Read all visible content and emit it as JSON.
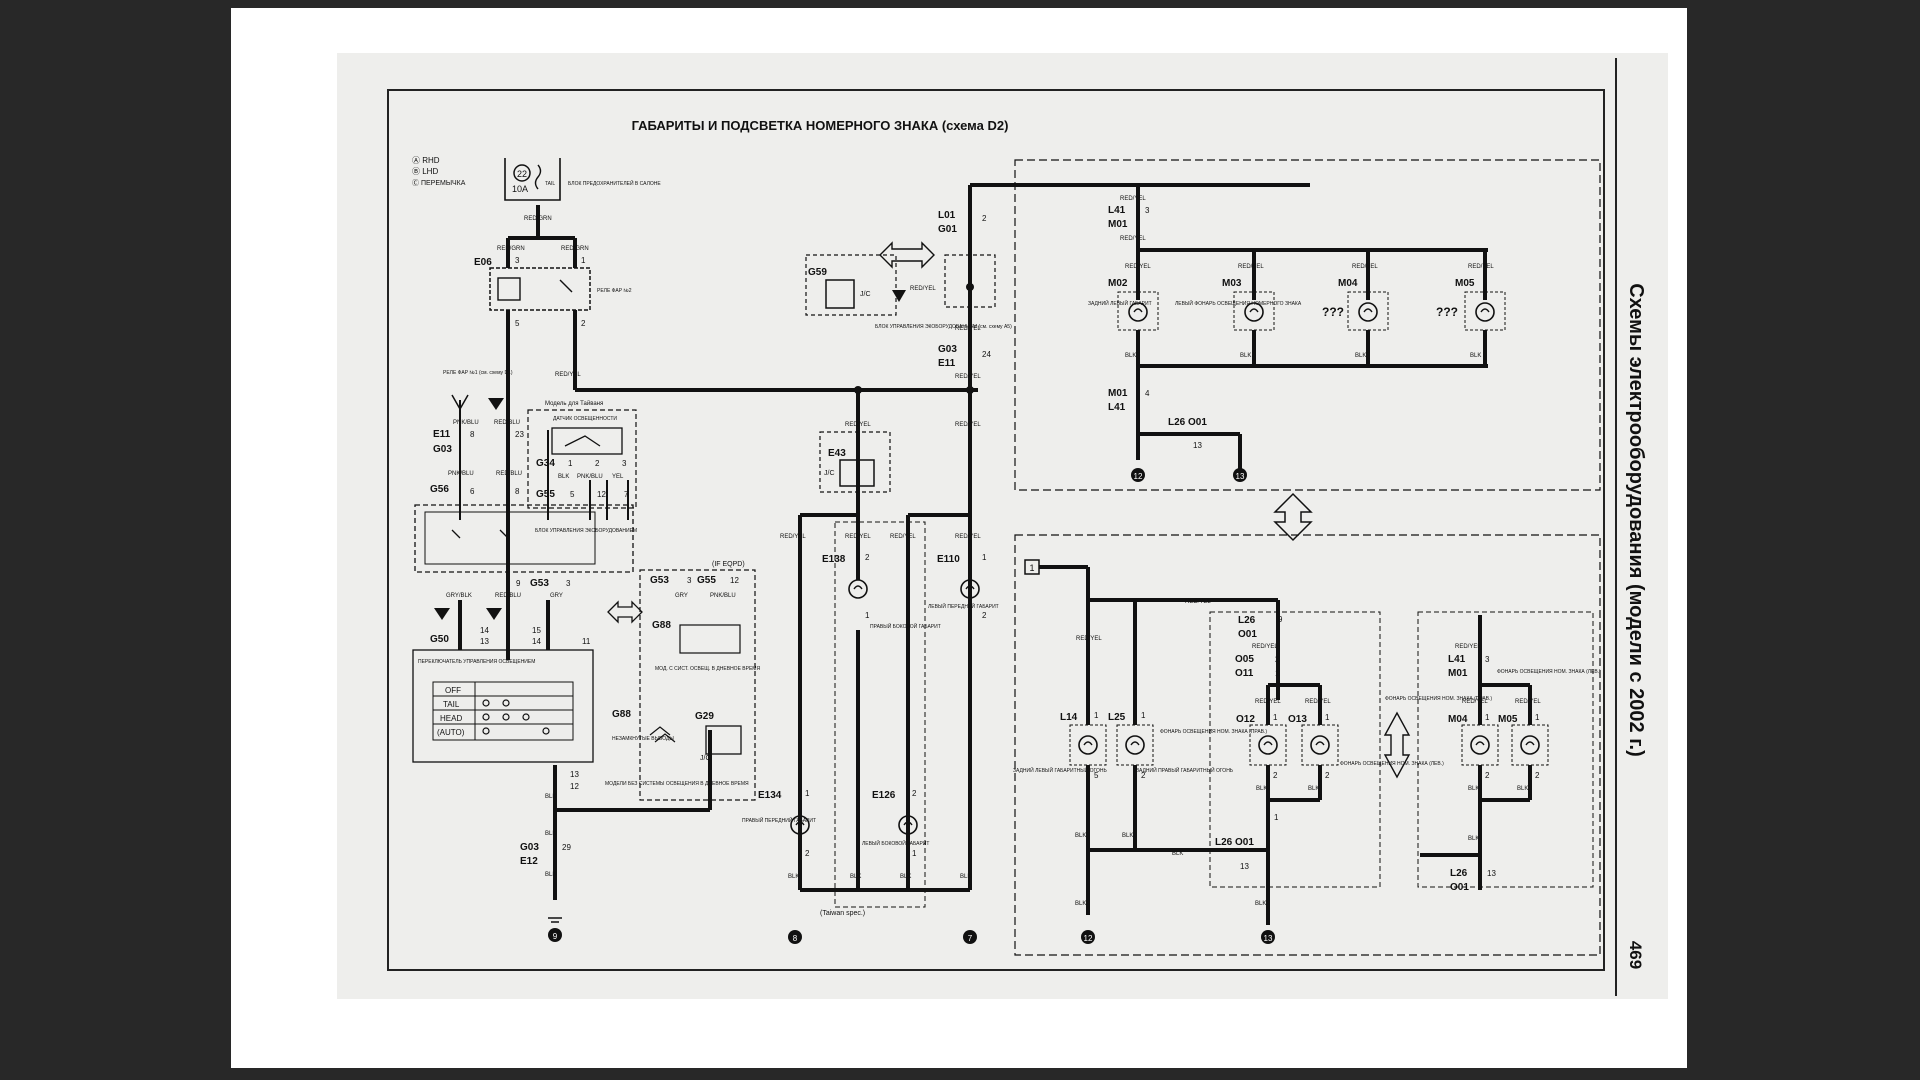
{
  "page": {
    "title": "ГАБАРИТЫ И ПОДСВЕТКА НОМЕРНОГО ЗНАКА (схема D2)",
    "side_title": "Схемы электрооборудования (модели с 2002 г.)",
    "page_number": "469"
  },
  "legend": {
    "a": "Ⓐ RHD",
    "b": "Ⓑ LHD",
    "c": "Ⓒ ПЕРЕМЫЧКА"
  },
  "fuse": {
    "num": "22",
    "amp": "10A",
    "tail": "TAIL",
    "block_label": "БЛОК ПРЕДОХРАНИТЕЛЕЙ В САЛОНЕ"
  },
  "wires": {
    "red_grn": "RED/GRN",
    "red_yel": "RED/YEL",
    "red_blu": "RED/BLU",
    "pnk_blu": "PNK/BLU",
    "blk": "BLK",
    "gry": "GRY",
    "gry_blk": "GRY/BLK",
    "yel": "YEL"
  },
  "connectors": {
    "e06": "E06",
    "e11": "E11",
    "g03": "G03",
    "g56": "G56",
    "g34": "G34",
    "g55": "G55",
    "g53": "G53",
    "g50": "G50",
    "g88": "G88",
    "g29": "G29",
    "e12": "E12",
    "g59": "G59",
    "l01": "L01",
    "g01": "G01",
    "e11b": "E11",
    "e43": "E43",
    "e138": "E138",
    "e110": "E110",
    "e134": "E134",
    "e126": "E126",
    "l41": "L41",
    "m01": "M01",
    "m02": "M02",
    "m03": "M03",
    "m04": "M04",
    "m05": "M05",
    "l26o01": "L26 O01",
    "l14": "L14",
    "l25": "L25",
    "l26": "L26",
    "o01": "O01",
    "o05": "O05",
    "o11": "O11",
    "o12": "O12",
    "o13": "O13",
    "jc": "J/C"
  },
  "labels": {
    "relay2": "РЕЛЕ ФАР №2",
    "relay1": "РЕЛЕ ФАР №1 (см. схему D1)",
    "taiwan_model": "Модель для Тайваня",
    "light_sensor": "ДАТЧИК ОСВЕЩЕННОСТИ",
    "ecu": "БЛОК УПРАВЛЕНИЯ ЭКОБОРУДОВАНИЕМ",
    "if_eqpd": "(IF EQPD)",
    "drl_module": "МОД. С СИСТ. ОСВЕЩ. В ДНЕВНОЕ ВРЕМЯ",
    "unused": "НЕЗАМКНУТЫЕ ВЫВОДЫ",
    "no_drl": "МОДЕЛИ БЕЗ СИСТЕМЫ ОСВЕЩЕНИЯ В ДНЕВНОЕ ВРЕМЯ",
    "switch_title": "ПЕРЕКЛЮЧАТЕЛЬ УПРАВЛЕНИЯ ОСВЕЩЕНИЕМ",
    "off": "OFF",
    "tail": "TAIL",
    "head": "HEAD",
    "auto": "(AUTO)",
    "ecu_ref": "БЛОК УПРАВЛЕНИЯ ЭКОБОРУДОВАНИЕМ (см. схему A5)",
    "rear_left_clearance": "ЗАДНИЙ ЛЕВЫЙ ГАБАРИТ",
    "left_plate_lamp": "ЛЕВЫЙ ФОНАРЬ ОСВЕЩЕНИЯ НОМЕРНОГО ЗНАКА",
    "unknown": "???",
    "right_side_clearance": "ПРАВЫЙ БОКОВОЙ ГАБАРИТ",
    "left_front_clearance": "ЛЕВЫЙ ПЕРЕДНИЙ ГАБАРИТ",
    "right_front_clearance": "ПРАВЫЙ ПЕРЕДНИЙ ГАБАРИТ",
    "left_side_clearance": "ЛЕВЫЙ БОКОВОЙ ГАБАРИТ",
    "taiwan_spec": "(Taiwan spec.)",
    "rear_left_lamp": "ЗАДНИЙ ЛЕВЫЙ ГАБАРИТНЫЙ ОГОНЬ",
    "rear_right_lamp": "ЗАДНИЙ ПРАВЫЙ ГАБАРИТНЫЙ ОГОНЬ",
    "plate_right": "ФОНАРЬ ОСВЕЩЕНИЯ НОМ. ЗНАКА (ПРАВ.)",
    "plate_left": "ФОНАРЬ ОСВЕЩЕНИЯ НОМ. ЗНАКА (ЛЕВ.)",
    "box1": "1"
  },
  "pins": {
    "p1": "1",
    "p2": "2",
    "p3": "3",
    "p4": "4",
    "p5": "5",
    "p6": "6",
    "p7": "7",
    "p8": "8",
    "p9": "9",
    "p11": "11",
    "p12": "12",
    "p13": "13",
    "p14": "14",
    "p15": "15",
    "p23": "23",
    "p24": "24",
    "p29": "29"
  },
  "grounds": {
    "g7": "7",
    "g8": "8",
    "g9": "9",
    "g12": "12",
    "g13": "13"
  }
}
